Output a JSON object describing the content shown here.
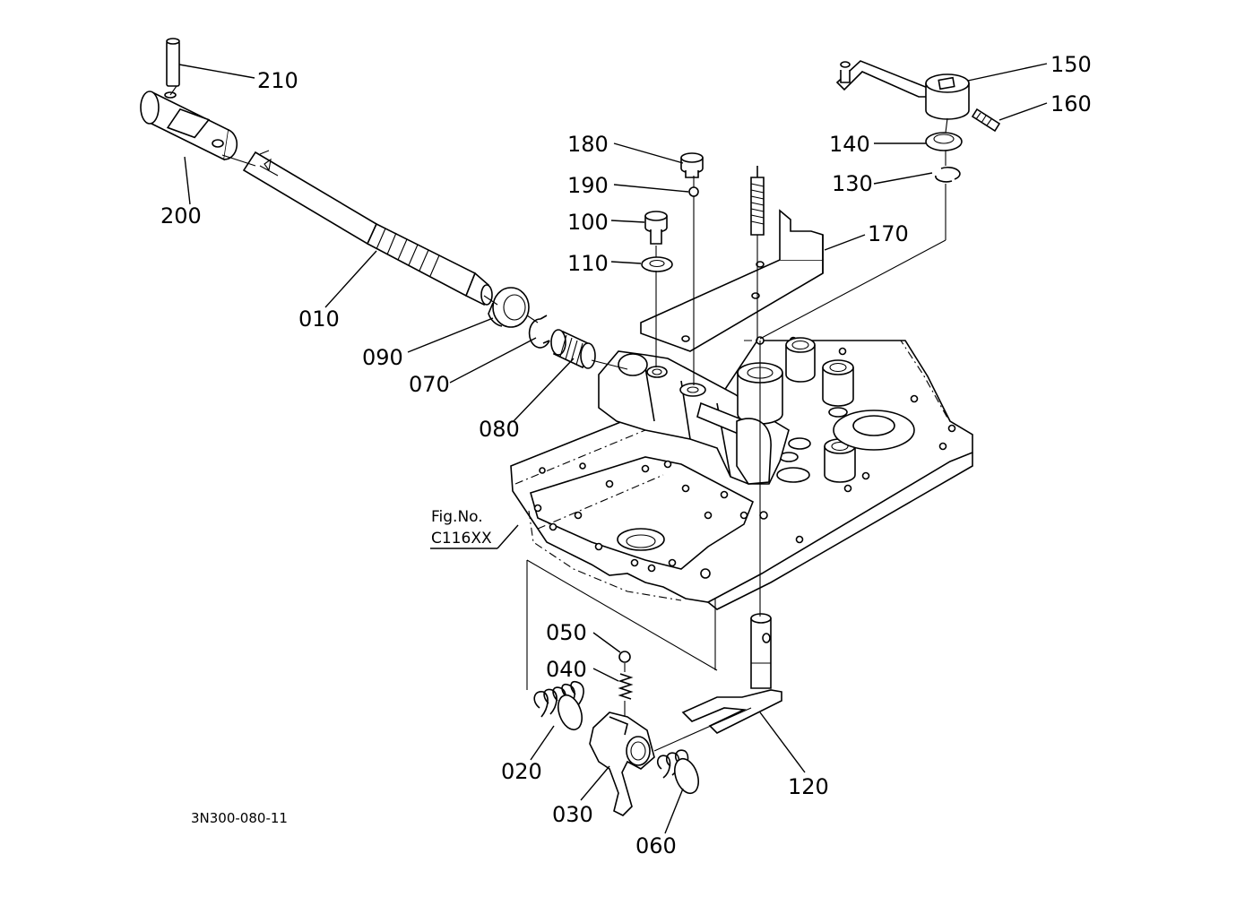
{
  "drawing_code": "3N300-080-11",
  "figure_ref": {
    "line1": "Fig.No.",
    "line2": "C116XX"
  },
  "parts": {
    "p210": "210",
    "p200": "200",
    "p010": "010",
    "p090": "090",
    "p070": "070",
    "p080": "080",
    "p180": "180",
    "p190": "190",
    "p100": "100",
    "p110": "110",
    "p170": "170",
    "p150": "150",
    "p160": "160",
    "p140": "140",
    "p130": "130",
    "p050": "050",
    "p040": "040",
    "p020": "020",
    "p030": "030",
    "p060": "060",
    "p120": "120"
  }
}
